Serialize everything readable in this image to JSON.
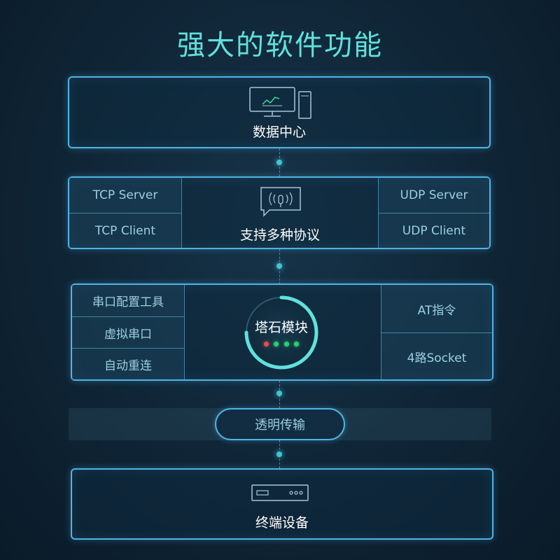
{
  "title": "强大的软件功能",
  "data_center": {
    "label": "数据中心",
    "icon": "computer-monitor-icon"
  },
  "protocols": {
    "center_label": "支持多种协议",
    "icon": "wireless-chat-icon",
    "left": [
      "TCP Server",
      "TCP Client"
    ],
    "right": [
      "UDP Server",
      "UDP Client"
    ]
  },
  "module": {
    "center_label": "塔石模块",
    "left": [
      "串口配置工具",
      "虚拟串口",
      "自动重连"
    ],
    "right": [
      "AT指令",
      "4路Socket"
    ],
    "indicator_colors": [
      "#e05050",
      "#2ecc71",
      "#2ecc71",
      "#2ecc71"
    ]
  },
  "transparent": {
    "label": "透明传输"
  },
  "terminal": {
    "label": "终端设备",
    "icon": "device-box-icon"
  },
  "colors": {
    "accent": "#5fe1dc",
    "border": "#4fb4e6",
    "background": "#0f2536"
  }
}
